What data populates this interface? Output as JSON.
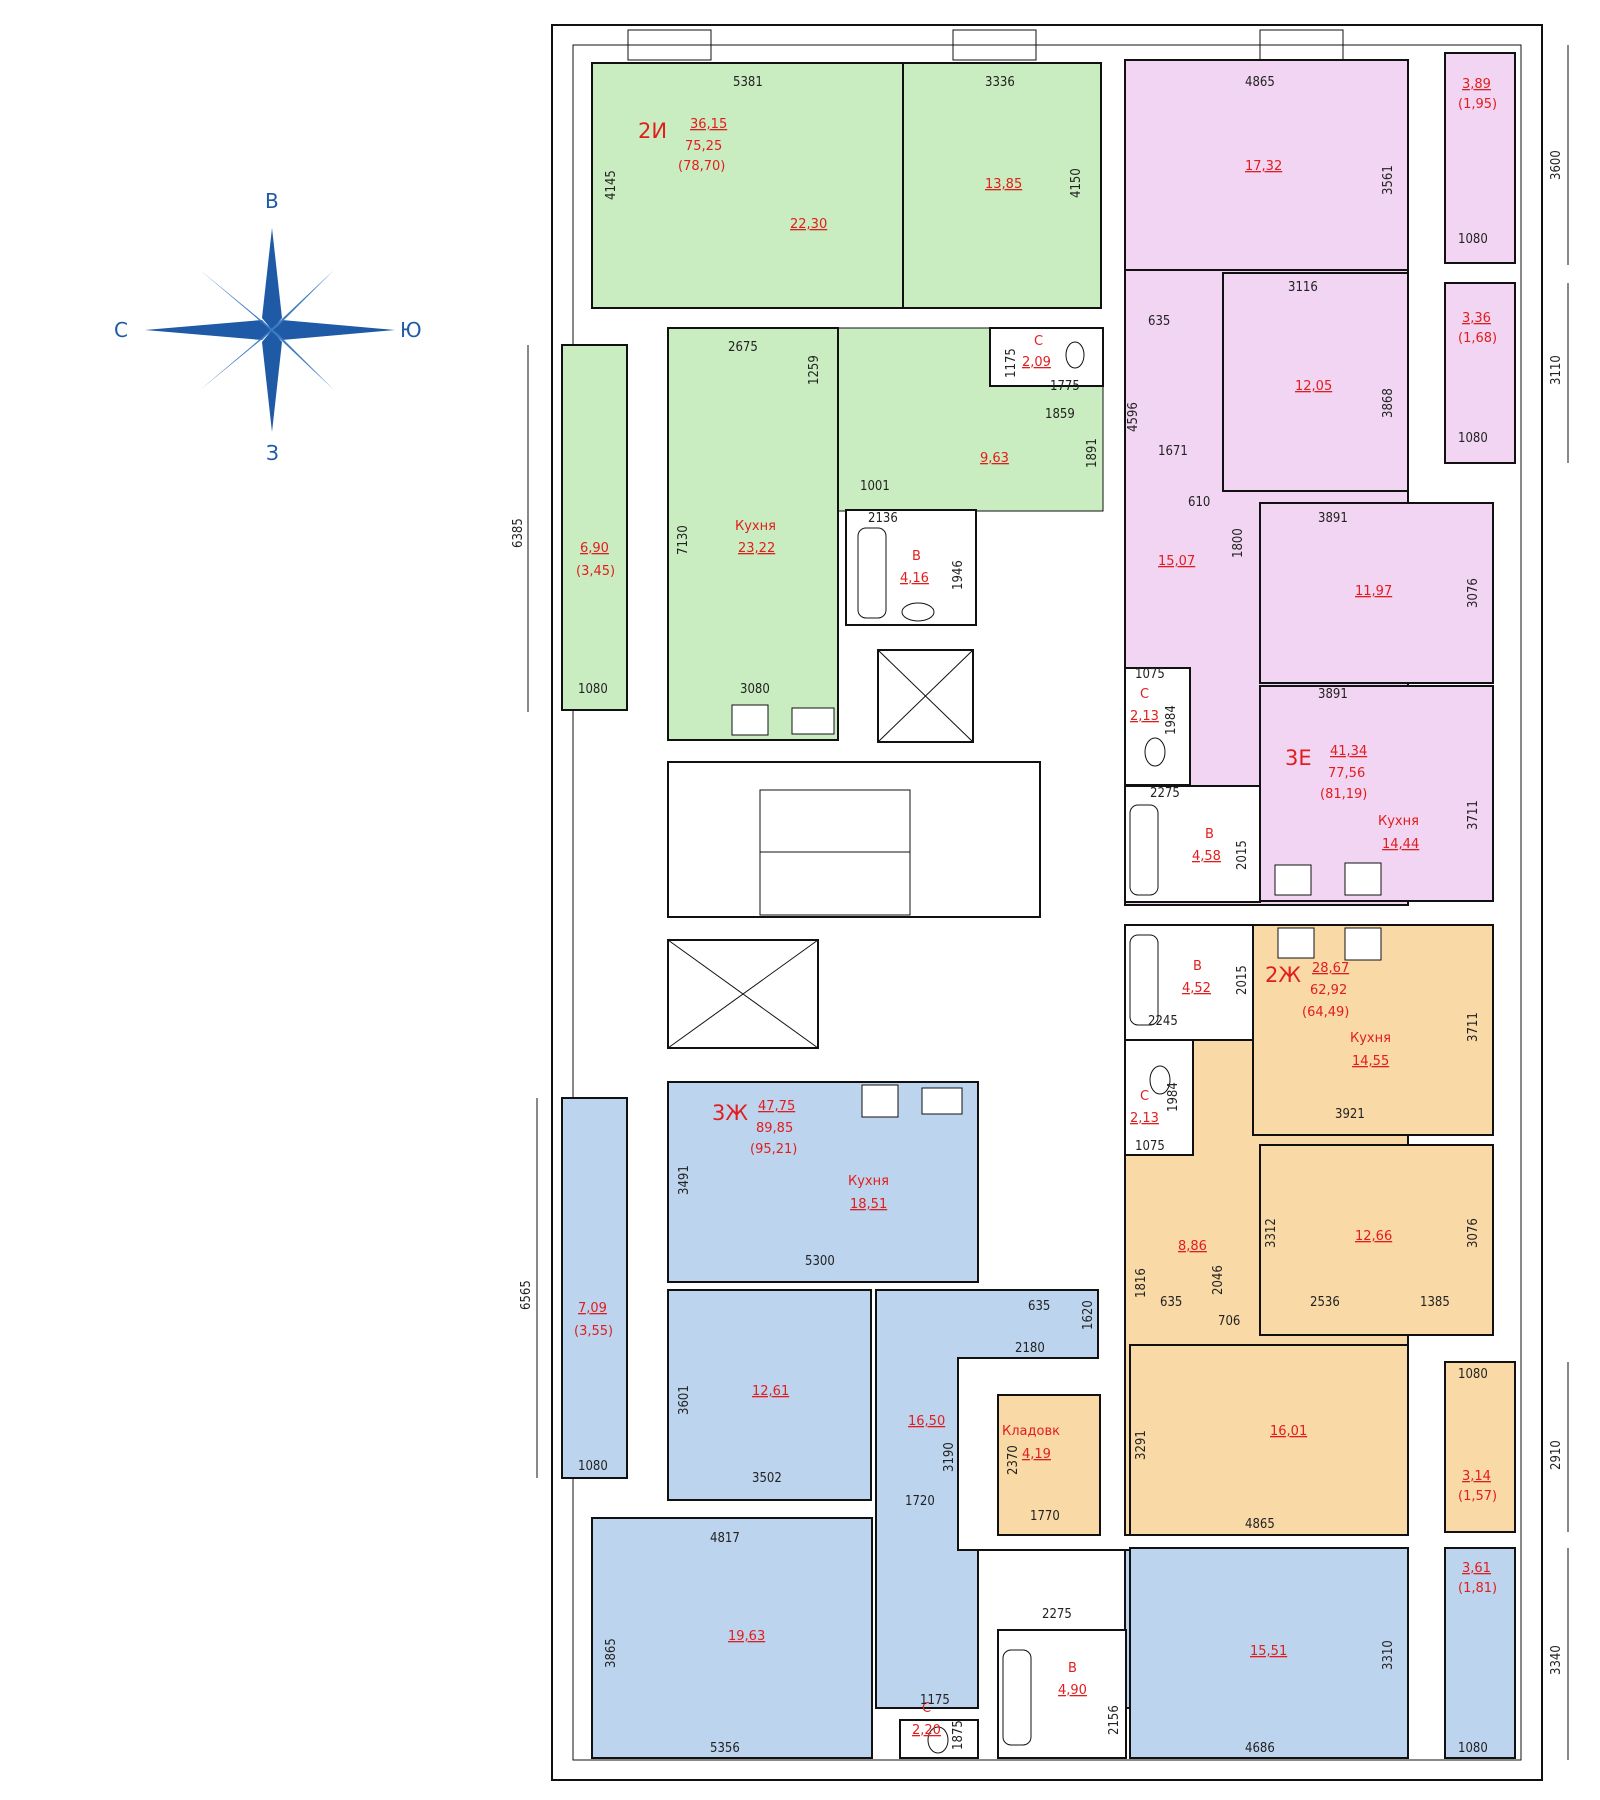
{
  "compass": {
    "north": "В",
    "south": "З",
    "west": "С",
    "east": "Ю"
  },
  "colors": {
    "green": "#c9edc0",
    "pink": "#f1d5f2",
    "orange": "#f9d9a6",
    "blue": "#bcd4ee",
    "label": "#e21d1d",
    "compass": "#1e5aa6"
  },
  "apartments": {
    "a2i": {
      "code": "2И",
      "living": "36,15",
      "total": "75,25",
      "total_incl": "(78,70)"
    },
    "a3e": {
      "code": "3Е",
      "living": "41,34",
      "total": "77,56",
      "total_incl": "(81,19)"
    },
    "a2zh": {
      "code": "2Ж",
      "living": "28,67",
      "total": "62,92",
      "total_incl": "(64,49)"
    },
    "a3zh": {
      "code": "3Ж",
      "living": "47,75",
      "total": "89,85",
      "total_incl": "(95,21)"
    }
  },
  "rooms": {
    "g_2230": "22,30",
    "g_1385": "13,85",
    "g_kitchen_lbl": "Кухня",
    "g_kitchen": "23,22",
    "g_hall": "9,63",
    "g_wc_lbl": "С",
    "g_wc": "2,09",
    "g_bath_lbl": "В",
    "g_bath": "4,16",
    "g_balc": "6,90",
    "g_balc_r": "(3,45)",
    "p_1732": "17,32",
    "p_1205": "12,05",
    "p_hall": "15,07",
    "p_1197": "11,97",
    "p_wc_lbl": "С",
    "p_wc": "2,13",
    "p_bath_lbl": "В",
    "p_bath": "4,58",
    "p_kitchen_lbl": "Кухня",
    "p_kitchen": "14,44",
    "p_b1": "3,89",
    "p_b1r": "(1,95)",
    "p_b2": "3,36",
    "p_b2r": "(1,68)",
    "o_bath_lbl": "В",
    "o_bath": "4,52",
    "o_kitchen_lbl": "Кухня",
    "o_kitchen": "14,55",
    "o_wc_lbl": "С",
    "o_wc": "2,13",
    "o_hall": "8,86",
    "o_1266": "12,66",
    "o_1601": "16,01",
    "o_balc": "3,14",
    "o_balc_r": "(1,57)",
    "o_store_lbl": "Кладовк",
    "o_store": "4,19",
    "b_kitchen_lbl": "Кухня",
    "b_kitchen": "18,51",
    "b_1261": "12,61",
    "b_hall": "16,50",
    "b_1963": "19,63",
    "b_wc_lbl": "С",
    "b_wc": "2,20",
    "b_bath_lbl": "В",
    "b_bath": "4,90",
    "b_1551": "15,51",
    "b_balc1": "7,09",
    "b_balc1r": "(3,55)",
    "b_balc2": "3,61",
    "b_balc2r": "(1,81)"
  },
  "dims": {
    "d5381": "5381",
    "d3336": "3336",
    "d4145": "4145",
    "d4150": "4150",
    "d2675": "2675",
    "d1259": "1259",
    "d1175a": "1175",
    "d1775": "1775",
    "d1859": "1859",
    "d1891": "1891",
    "d1001": "1001",
    "d2136": "2136",
    "d1946": "1946",
    "d7130": "7130",
    "d3080": "3080",
    "d1080a": "1080",
    "d6385": "6385",
    "d4865a": "4865",
    "d3561": "3561",
    "d1080b": "1080",
    "d3600": "3600",
    "d3116": "3116",
    "d635a": "635",
    "d4596": "4596",
    "d3868": "3868",
    "d1080c": "1080",
    "d3110": "3110",
    "d1671": "1671",
    "d610": "610",
    "d3891a": "3891",
    "d1800": "1800",
    "d3076a": "3076",
    "d1075a": "1075",
    "d1984a": "1984",
    "d3891b": "3891",
    "d2275a": "2275",
    "d2015a": "2015",
    "d3711a": "3711",
    "d2015b": "2015",
    "d2245": "2245",
    "d3711b": "3711",
    "d1984b": "1984",
    "d3921": "3921",
    "d1075b": "1075",
    "d1816": "1816",
    "d635b": "635",
    "d2046": "2046",
    "d3312": "3312",
    "d3076b": "3076",
    "d706": "706",
    "d2536": "2536",
    "d1385": "1385",
    "d1080d": "1080",
    "d3291": "3291",
    "d4865b": "4865",
    "d2910": "2910",
    "d3491": "3491",
    "d5300": "5300",
    "d635c": "635",
    "d1620": "1620",
    "d2180": "2180",
    "d3601": "3601",
    "d3502": "3502",
    "d3190": "3190",
    "d1720": "1720",
    "d2370": "2370",
    "d1770": "1770",
    "d6565": "6565",
    "d1080e": "1080",
    "d4817": "4817",
    "d3865": "3865",
    "d5356": "5356",
    "d1175b": "1175",
    "d1875": "1875",
    "d2275b": "2275",
    "d2156": "2156",
    "d3310": "3310",
    "d4686": "4686",
    "d3340": "3340",
    "d1080f": "1080"
  }
}
